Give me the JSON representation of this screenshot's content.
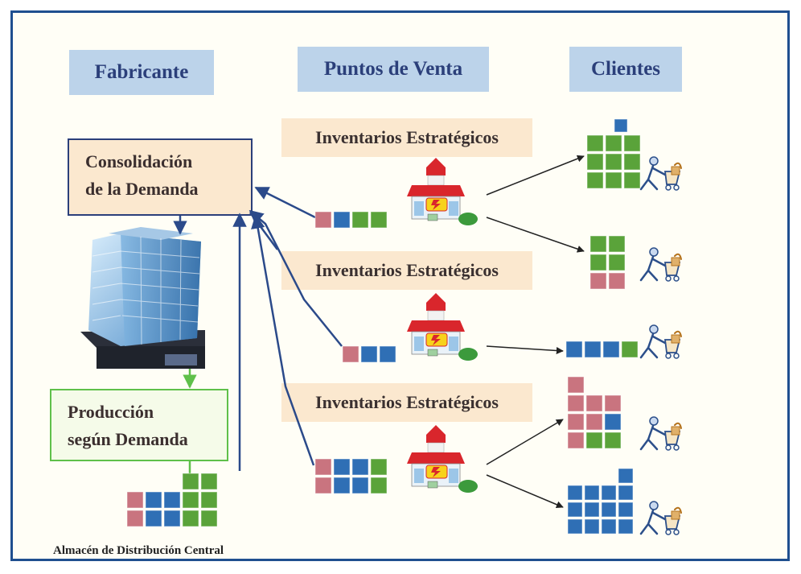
{
  "headers": {
    "fabricante": "Fabricante",
    "puntos_venta": "Puntos de Venta",
    "clientes": "Clientes"
  },
  "boxes": {
    "consolidacion_line1": "Consolidación",
    "consolidacion_line2": "de la Demanda",
    "produccion_line1": "Producción",
    "produccion_line2": "según Demanda"
  },
  "inventory_labels": [
    "Inventarios Estratégicos",
    "Inventarios Estratégicos",
    "Inventarios Estratégicos"
  ],
  "warehouse_label": "Almacén de Distribución Central",
  "colors": {
    "blue": "#2f6fb5",
    "green": "#5aa33a",
    "red": "#c9747f",
    "frame": "#1f4f8f",
    "arrow_blue": "#2b4a8a",
    "arrow_green": "#5fc04a"
  },
  "icons": [
    "office-building-icon",
    "store-icon",
    "shopper-with-cart-icon"
  ]
}
